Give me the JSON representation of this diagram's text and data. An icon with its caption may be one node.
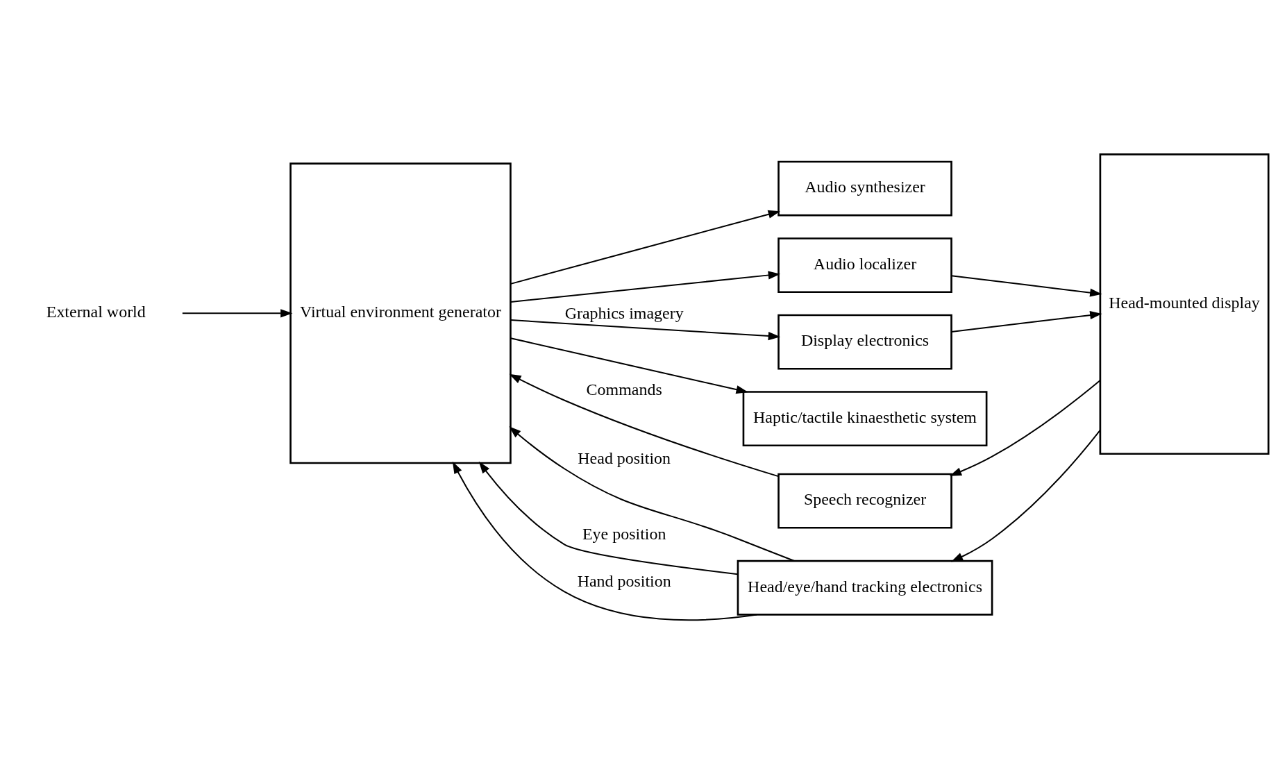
{
  "diagram": {
    "nodes": [
      {
        "text": [
          "External world"
        ]
      },
      {
        "text": [
          "Virtual environment generator"
        ]
      },
      {
        "text": [
          "Audio synthesizer"
        ]
      },
      {
        "text": [
          "Audio localizer"
        ]
      },
      {
        "text": [
          "Speech recognizer"
        ]
      },
      {
        "text": [
          "Display electronics"
        ]
      },
      {
        "text": [
          "Head/eye/hand tracking electronics"
        ]
      },
      {
        "text": [
          "Haptic/tactile kinaesthetic system"
        ]
      },
      {
        "text": [
          "Head-mounted display"
        ]
      }
    ],
    "edges": [
      {
        "from": 0,
        "to": 1,
        "arrow": "to"
      },
      {
        "from": 1,
        "to": 2,
        "arrow": "to"
      },
      {
        "from": 1,
        "to": 3,
        "arrow": "to"
      },
      {
        "from": 3,
        "to": 8,
        "arrow": "to"
      },
      {
        "from": 4,
        "to": 1,
        "arrow": "to",
        "label": "Commands"
      },
      {
        "from": 8,
        "to": 4,
        "arrow": "to"
      },
      {
        "from": 1,
        "to": 5,
        "arrow": "to",
        "label": "Graphics imagery"
      },
      {
        "from": 5,
        "to": 8,
        "arrow": "to"
      },
      {
        "from": 6,
        "to": 1,
        "arrow": "to",
        "label": "Head position"
      },
      {
        "from": 6,
        "to": 1,
        "arrow": "to",
        "label": "Eye position"
      },
      {
        "from": 6,
        "to": 1,
        "arrow": "to",
        "label": "Hand position"
      },
      {
        "from": 8,
        "to": 6,
        "arrow": "to"
      },
      {
        "from": 1,
        "to": 7,
        "arrow": "to"
      }
    ]
  }
}
